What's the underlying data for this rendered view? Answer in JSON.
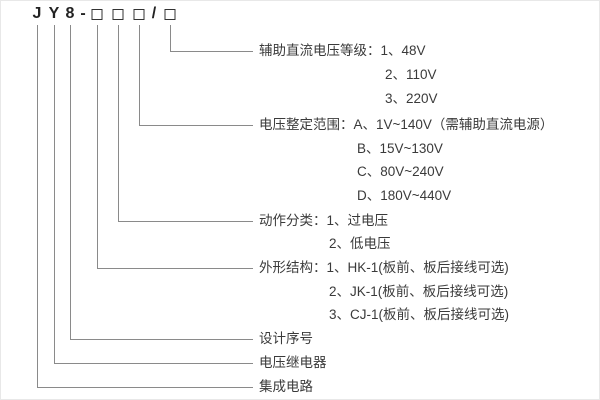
{
  "model": {
    "chars": [
      "J",
      "Y",
      "8",
      "-",
      "/"
    ]
  },
  "groups": {
    "aux_voltage": {
      "main": "辅助直流电压等级：1、48V",
      "sub": [
        "2、110V",
        "3、220V"
      ]
    },
    "voltage_range": {
      "main": "电压整定范围：A、1V~140V（需辅助直流电源）",
      "sub": [
        "B、15V~130V",
        "C、80V~240V",
        "D、180V~440V"
      ]
    },
    "action_type": {
      "main": "动作分类：1、过电压",
      "sub": [
        "2、低电压"
      ]
    },
    "structure": {
      "main": "外形结构：1、HK-1(板前、板后接线可选)",
      "sub": [
        "2、JK-1(板前、板后接线可选)",
        "3、CJ-1(板前、板后接线可选)"
      ]
    },
    "design_serial": {
      "main": "设计序号"
    },
    "relay_type": {
      "main": "电压继电器"
    },
    "ic": {
      "main": "集成电路"
    }
  }
}
